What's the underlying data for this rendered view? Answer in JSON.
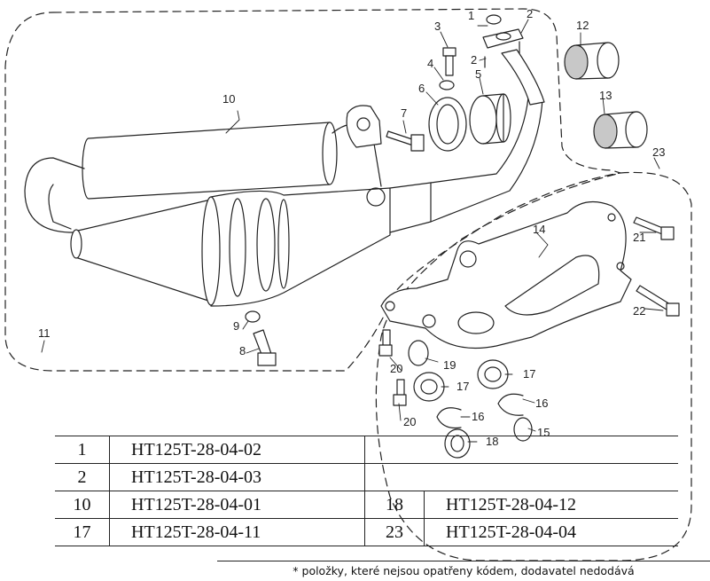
{
  "callouts": [
    {
      "id": "c1",
      "label": "1"
    },
    {
      "id": "c2a",
      "label": "2"
    },
    {
      "id": "c2b",
      "label": "2"
    },
    {
      "id": "c3",
      "label": "3"
    },
    {
      "id": "c4",
      "label": "4"
    },
    {
      "id": "c5",
      "label": "5"
    },
    {
      "id": "c6",
      "label": "6"
    },
    {
      "id": "c7",
      "label": "7"
    },
    {
      "id": "c8",
      "label": "8"
    },
    {
      "id": "c9",
      "label": "9"
    },
    {
      "id": "c10",
      "label": "10"
    },
    {
      "id": "c11",
      "label": "11"
    },
    {
      "id": "c12",
      "label": "12"
    },
    {
      "id": "c13",
      "label": "13"
    },
    {
      "id": "c14",
      "label": "14"
    },
    {
      "id": "c15",
      "label": "15"
    },
    {
      "id": "c16a",
      "label": "16"
    },
    {
      "id": "c16b",
      "label": "16"
    },
    {
      "id": "c17a",
      "label": "17"
    },
    {
      "id": "c17b",
      "label": "17"
    },
    {
      "id": "c18",
      "label": "18"
    },
    {
      "id": "c19",
      "label": "19"
    },
    {
      "id": "c20a",
      "label": "20"
    },
    {
      "id": "c20b",
      "label": "20"
    },
    {
      "id": "c21",
      "label": "21"
    },
    {
      "id": "c22",
      "label": "22"
    },
    {
      "id": "c23",
      "label": "23"
    }
  ],
  "parts_table": {
    "rows": [
      {
        "num": "1",
        "code": "HT125T-28-04-02",
        "num2": "",
        "code2": ""
      },
      {
        "num": "2",
        "code": "HT125T-28-04-03",
        "num2": "",
        "code2": ""
      },
      {
        "num": "10",
        "code": "HT125T-28-04-01",
        "num2": "18",
        "code2": "HT125T-28-04-12"
      },
      {
        "num": "17",
        "code": "HT125T-28-04-11",
        "num2": "23",
        "code2": "HT125T-28-04-04"
      }
    ]
  },
  "footnote": "* položky, které nejsou opatřeny kódem, dodavatel nedodává",
  "colors": {
    "line": "#222222",
    "shade": "#c8c8c8",
    "background": "#ffffff"
  }
}
